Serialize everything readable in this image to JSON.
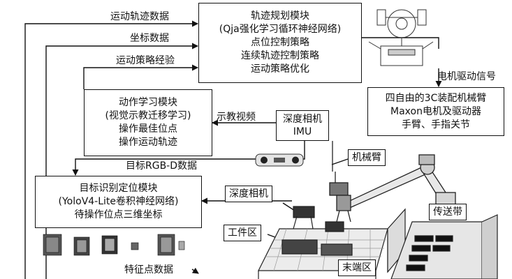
{
  "boxes": {
    "trajectory": [
      "轨迹规划模块",
      "(Qja强化学习循环神经网络)",
      "点位控制策略",
      "连续轨迹控制策略",
      "运动策略优化"
    ],
    "action": [
      "动作学习模块",
      "(视觉示教迁移学习)",
      "操作最佳位点",
      "操作运动轨迹"
    ],
    "recognition": [
      "目标识别定位模块",
      "(YoloV4-Lite卷积神经网络)",
      "待操作位点三维坐标"
    ],
    "robot": [
      "四自由的3C装配机械臂",
      "Maxon电机及驱动器",
      "手臂、手指关节"
    ],
    "depth_imu": [
      "深度相机",
      "IMU"
    ]
  },
  "labels": {
    "motion_trajectory_data": "运动轨迹数据",
    "coordinate_data": "坐标数据",
    "motion_strategy_experience": "运动策略经验",
    "motor_drive_signal": "电机驱动信号",
    "demo_video": "示教视频",
    "target_rgbd_data": "目标RGB-D数据",
    "feature_point_data": "特征点数据"
  },
  "tags": {
    "robot_arm": "机械臂",
    "depth_camera": "深度相机",
    "work_area": "工件区",
    "conveyor": "传送带",
    "end_area": "末端区"
  },
  "icons": [
    "motor-driver-schematic-icon",
    "depth-camera-icon",
    "robot-arm-icon",
    "workbench-icon",
    "conveyor-icon",
    "point-cloud-samples-icon"
  ]
}
